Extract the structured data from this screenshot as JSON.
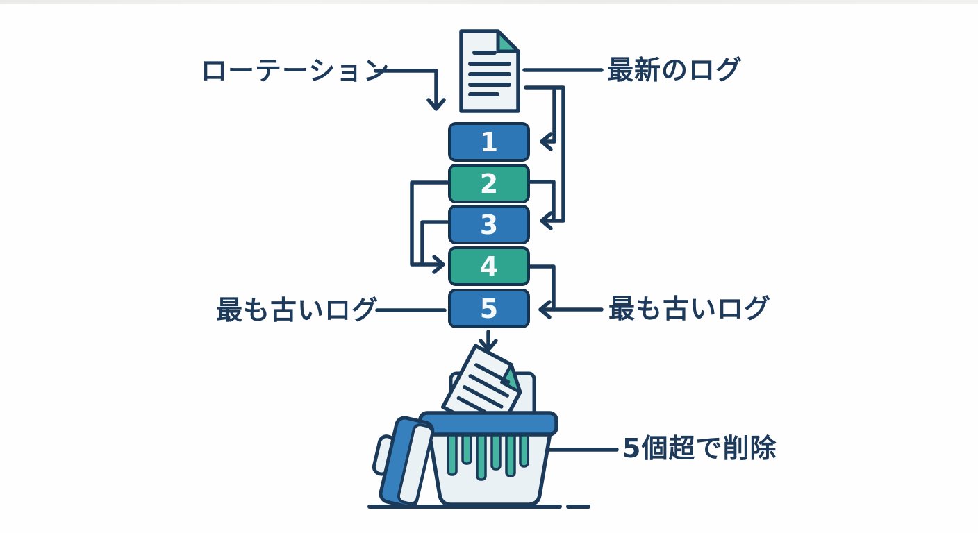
{
  "labels": {
    "rotation": "ローテーション",
    "latest_log": "最新のログ",
    "oldest_log_left": "最も古いログ",
    "oldest_log_right": "最も古いログ",
    "delete_over_five": "5個超で削除"
  },
  "stack": {
    "boxes": [
      {
        "number": "1",
        "color": "#2e77b7"
      },
      {
        "number": "2",
        "color": "#2fa48f"
      },
      {
        "number": "3",
        "color": "#2e77b7"
      },
      {
        "number": "4",
        "color": "#2fa48f"
      },
      {
        "number": "5",
        "color": "#2e77b7"
      }
    ]
  },
  "icons": {
    "top": "document-icon",
    "bottom": "trash-shredder-icon"
  },
  "colors": {
    "outline_navy": "#1b3a5a",
    "box_blue": "#2e77b7",
    "box_teal": "#2fa48f",
    "bin_blue": "#3580bd",
    "strip_teal": "#45b4a0",
    "fold_teal": "#49b49f",
    "paper_fill": "#eef4f6",
    "bin_fill": "#e9f1f5",
    "text": "#1e3a5a",
    "background": "#fefefe"
  }
}
